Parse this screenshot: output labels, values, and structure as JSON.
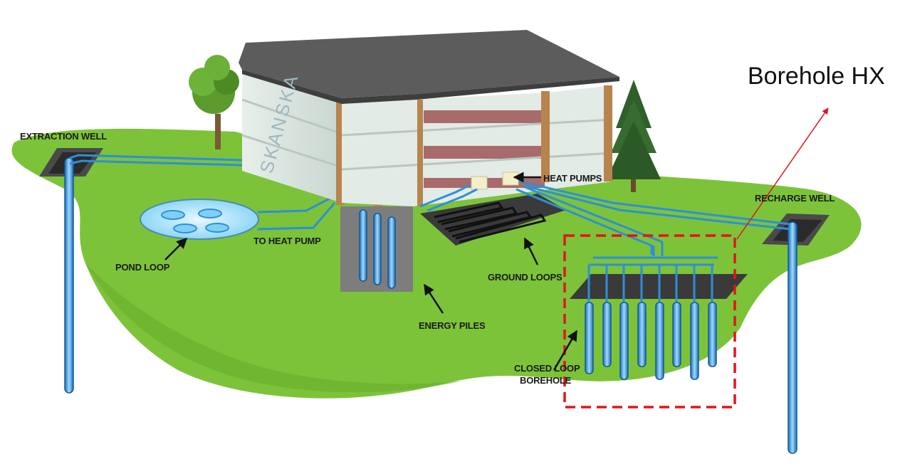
{
  "diagram": {
    "labels": {
      "extraction_well": "EXTRACTION WELL",
      "heat_pumps": "HEAT PUMPS",
      "recharge_well": "RECHARGE WELL",
      "pond_loop": "POND LOOP",
      "to_heat_pump": "TO HEAT PUMP",
      "ground_loops": "GROUND LOOPS",
      "energy_piles": "ENERGY PILES",
      "closed_loop_line1": "CLOSED LOOP",
      "closed_loop_line2": "BOREHOLE"
    },
    "building_sign": "SKANSKA",
    "callout": "Borehole HX",
    "colors": {
      "grass": "#7cc33a",
      "pipe": "#2f8fd8",
      "callout_box": "#e3141b",
      "callout_arrow": "#e3141b"
    }
  }
}
